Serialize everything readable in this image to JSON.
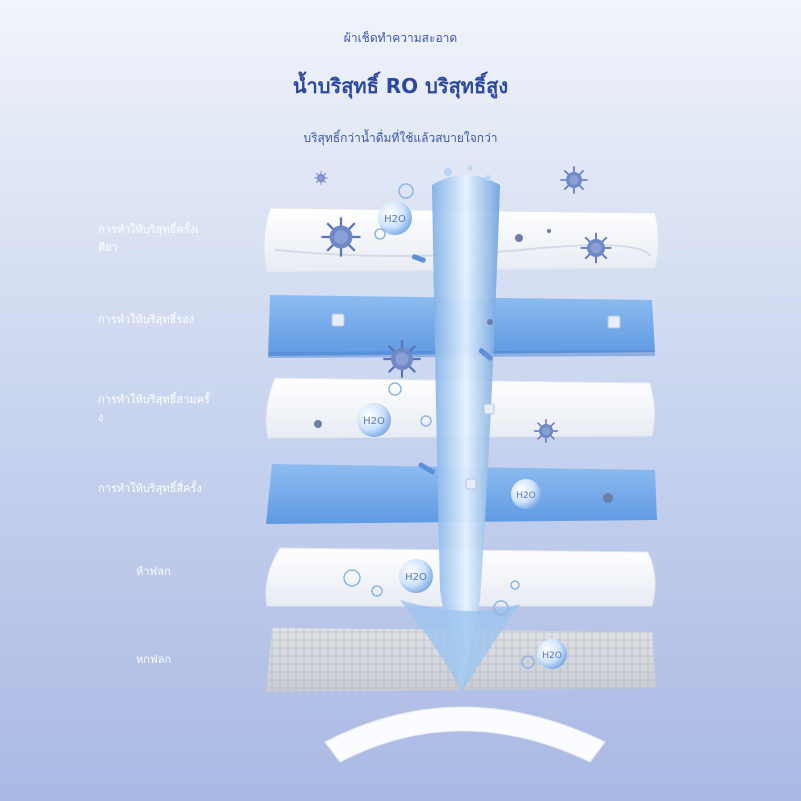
{
  "header": {
    "subtitle": "ผ้าเช็ดทำความสะอาด",
    "title": "น้ำบริสุทธิ์ RO บริสุทธิ์สูง",
    "tagline": "บริสุทธิ์กว่าน้ำดื่มที่ใช้แล้วสบายใจกว่า"
  },
  "layers": [
    {
      "label_line1": "การทำให้บริสุทธิ์ครั้งเ",
      "label_line2": "ดียว"
    },
    {
      "label_line1": "การทำให้บริสุทธิ์รอง",
      "label_line2": ""
    },
    {
      "label_line1": "การทำให้บริสุทธิ์สามครั้",
      "label_line2": "ง"
    },
    {
      "label_line1": "การทำให้บริสุทธิ์สี่ครั้ง",
      "label_line2": ""
    },
    {
      "label_line1": "ห้าฟลก",
      "label_line2": ""
    },
    {
      "label_line1": "หกฟลก",
      "label_line2": ""
    }
  ],
  "molecule_label": "H2O",
  "colors": {
    "title": "#2c48a0",
    "white_layer": "#f7f9fc",
    "blue_layer": "#7fb2ec",
    "mesh_layer": "#d9dbe0",
    "virus": "#5a74b8",
    "water": "#a9ccef"
  }
}
